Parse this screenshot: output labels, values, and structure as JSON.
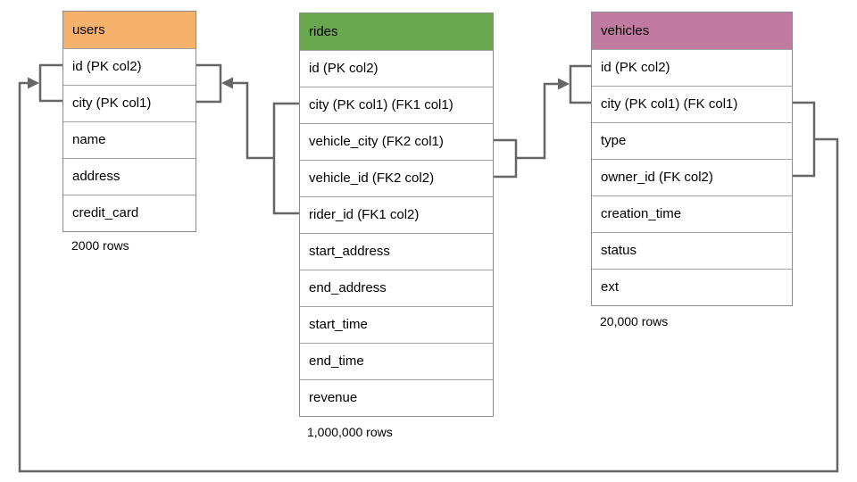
{
  "diagram": {
    "tables": {
      "users": {
        "title": "users",
        "header_color": "#f6b26b",
        "columns": [
          "id (PK col2)",
          "city (PK col1)",
          "name",
          "address",
          "credit_card"
        ],
        "row_count_label": "2000 rows"
      },
      "rides": {
        "title": "rides",
        "header_color": "#6aa84f",
        "columns": [
          "id (PK col2)",
          "city (PK col1) (FK1 col1)",
          "vehicle_city (FK2 col1)",
          "vehicle_id (FK2 col2)",
          "rider_id (FK1 col2)",
          "start_address",
          "end_address",
          "start_time",
          "end_time",
          "revenue"
        ],
        "row_count_label": "1,000,000 rows"
      },
      "vehicles": {
        "title": "vehicles",
        "header_color": "#c27ba0",
        "columns": [
          "id (PK col2)",
          "city (PK col1) (FK col1)",
          "type",
          "owner_id (FK col2)",
          "creation_time",
          "status",
          "ext"
        ],
        "row_count_label": "20,000 rows"
      }
    },
    "relationships": [
      {
        "from_table": "rides",
        "from_columns": "city, rider_id (FK1)",
        "to_table": "users",
        "to_columns": "id, city"
      },
      {
        "from_table": "rides",
        "from_columns": "vehicle_city, vehicle_id (FK2)",
        "to_table": "vehicles",
        "to_columns": "id, city"
      },
      {
        "from_table": "vehicles",
        "from_columns": "city, owner_id (FK)",
        "to_table": "users",
        "to_columns": "id, city"
      }
    ],
    "colors": {
      "connector": "#666666",
      "table_border": "#8b8b8b",
      "users_header": "#f6b26b",
      "rides_header": "#6aa84f",
      "vehicles_header": "#c27ba0"
    }
  }
}
